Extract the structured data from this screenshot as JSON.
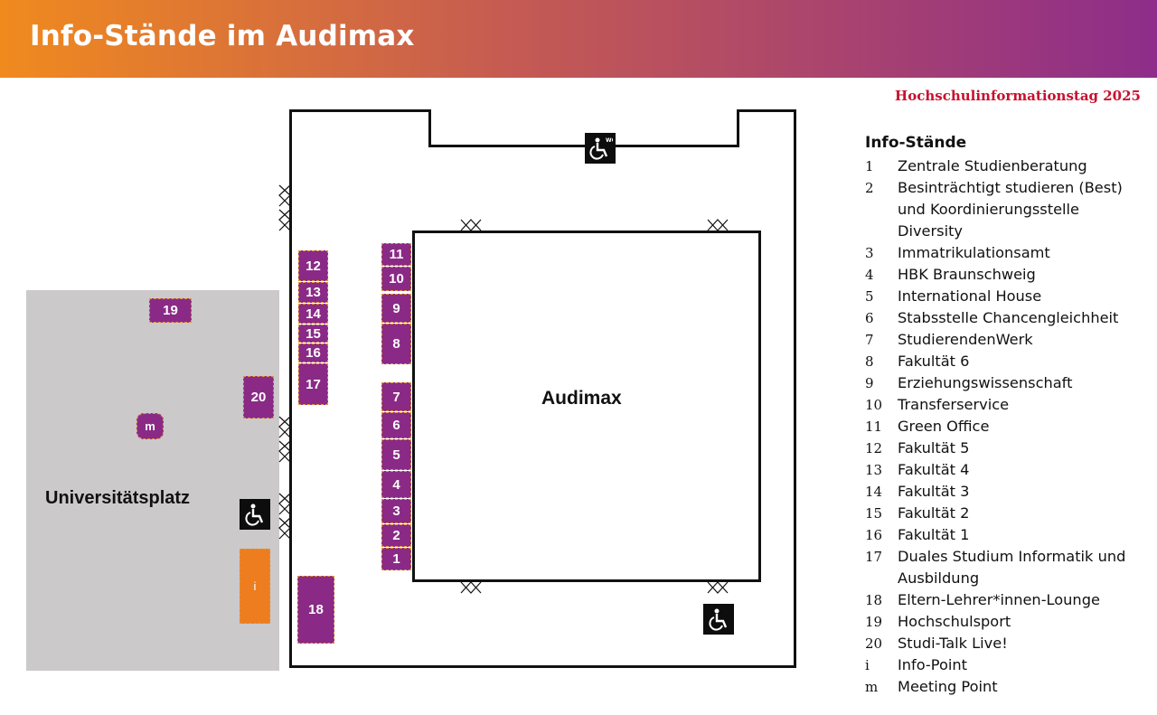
{
  "header": {
    "title": "Info-Stände im Audimax"
  },
  "subtitle": "Hochschulinformationstag 2025",
  "map": {
    "platz_label": "Universitätsplatz",
    "audimax_label": "Audimax",
    "booths": [
      {
        "id": "1",
        "label": "1"
      },
      {
        "id": "2",
        "label": "2"
      },
      {
        "id": "3",
        "label": "3"
      },
      {
        "id": "4",
        "label": "4"
      },
      {
        "id": "5",
        "label": "5"
      },
      {
        "id": "6",
        "label": "6"
      },
      {
        "id": "7",
        "label": "7"
      },
      {
        "id": "8",
        "label": "8"
      },
      {
        "id": "9",
        "label": "9"
      },
      {
        "id": "10",
        "label": "10"
      },
      {
        "id": "11",
        "label": "11"
      },
      {
        "id": "12",
        "label": "12"
      },
      {
        "id": "13",
        "label": "13"
      },
      {
        "id": "14",
        "label": "14"
      },
      {
        "id": "15",
        "label": "15"
      },
      {
        "id": "16",
        "label": "16"
      },
      {
        "id": "17",
        "label": "17"
      },
      {
        "id": "18",
        "label": "18"
      },
      {
        "id": "19",
        "label": "19"
      },
      {
        "id": "20",
        "label": "20"
      },
      {
        "id": "i",
        "label": "i"
      },
      {
        "id": "m",
        "label": "m"
      }
    ],
    "wc_label": "WC",
    "colors": {
      "booth": "#8a2a86",
      "info": "#ee7d1f",
      "platz": "#cbc9ca"
    }
  },
  "legend": {
    "title": "Info-Stände",
    "items": [
      {
        "num": "1",
        "text": "Zentrale Studienberatung"
      },
      {
        "num": "2",
        "text": "Besinträchtigt studieren (Best) und Koordinierungsstelle Diversity"
      },
      {
        "num": "3",
        "text": "Immatrikulationsamt"
      },
      {
        "num": "4",
        "text": "HBK Braunschweig"
      },
      {
        "num": "5",
        "text": "International House"
      },
      {
        "num": "6",
        "text": "Stabsstelle Chancengleichheit"
      },
      {
        "num": "7",
        "text": "StudierendenWerk"
      },
      {
        "num": "8",
        "text": "Fakultät 6"
      },
      {
        "num": "9",
        "text": "Erziehungswissenschaft"
      },
      {
        "num": "10",
        "text": "Transferservice"
      },
      {
        "num": "11",
        "text": "Green Office"
      },
      {
        "num": "12",
        "text": "Fakultät 5"
      },
      {
        "num": "13",
        "text": "Fakultät 4"
      },
      {
        "num": "14",
        "text": "Fakultät 3"
      },
      {
        "num": "15",
        "text": "Fakultät 2"
      },
      {
        "num": "16",
        "text": "Fakultät 1"
      },
      {
        "num": "17",
        "text": "Duales Studium Informatik und Ausbildung"
      },
      {
        "num": "18",
        "text": "Eltern-Lehrer*innen-Lounge"
      },
      {
        "num": "19",
        "text": "Hochschulsport"
      },
      {
        "num": "20",
        "text": "Studi-Talk Live!"
      },
      {
        "num": "i",
        "text": "Info-Point"
      },
      {
        "num": "m",
        "text": "Meeting Point"
      }
    ]
  }
}
